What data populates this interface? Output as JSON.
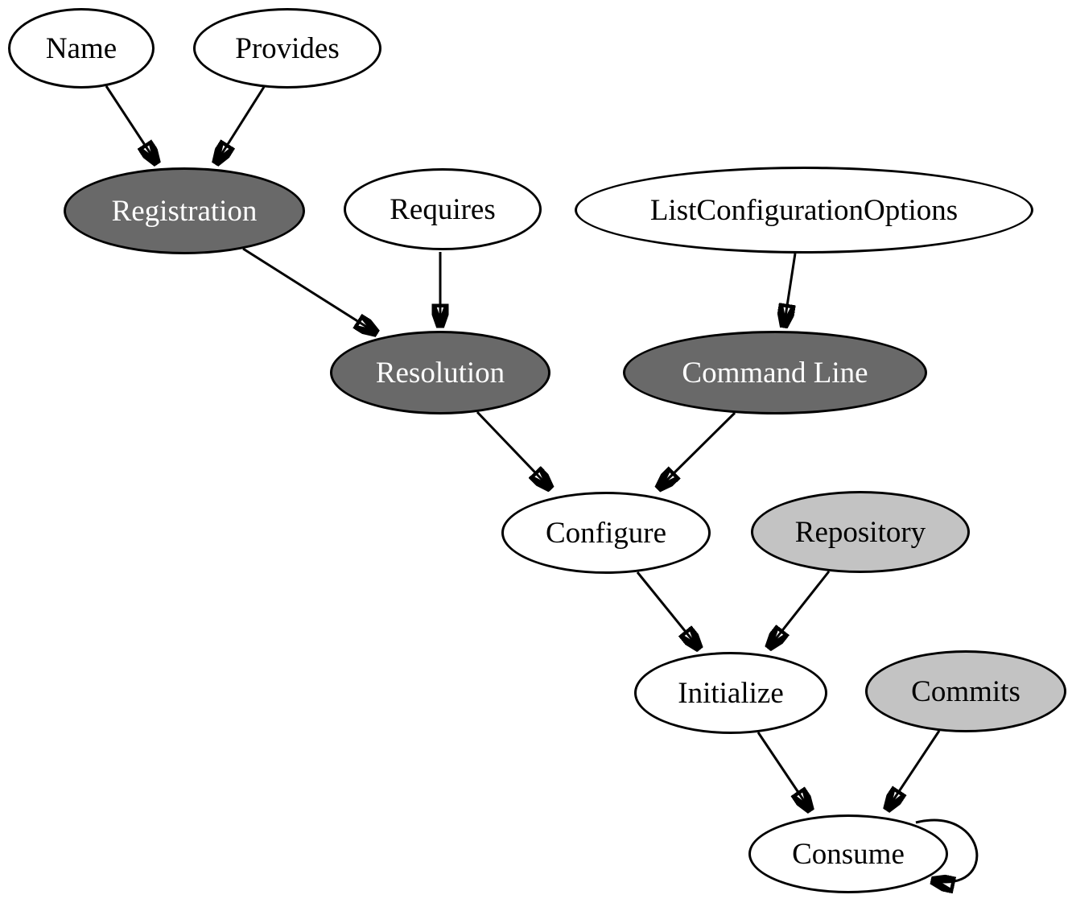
{
  "diagram": {
    "type": "directed-graph",
    "nodes": [
      {
        "id": "name",
        "label": "Name",
        "fill": "#ffffff",
        "text_color": "#000000"
      },
      {
        "id": "provides",
        "label": "Provides",
        "fill": "#ffffff",
        "text_color": "#000000"
      },
      {
        "id": "registration",
        "label": "Registration",
        "fill": "#696969",
        "text_color": "#ffffff"
      },
      {
        "id": "requires",
        "label": "Requires",
        "fill": "#ffffff",
        "text_color": "#000000"
      },
      {
        "id": "list-configuration-options",
        "label": "ListConfigurationOptions",
        "fill": "#ffffff",
        "text_color": "#000000"
      },
      {
        "id": "resolution",
        "label": "Resolution",
        "fill": "#696969",
        "text_color": "#ffffff"
      },
      {
        "id": "command-line",
        "label": "Command Line",
        "fill": "#696969",
        "text_color": "#ffffff"
      },
      {
        "id": "configure",
        "label": "Configure",
        "fill": "#ffffff",
        "text_color": "#000000"
      },
      {
        "id": "repository",
        "label": "Repository",
        "fill": "#c3c3c3",
        "text_color": "#000000"
      },
      {
        "id": "initialize",
        "label": "Initialize",
        "fill": "#ffffff",
        "text_color": "#000000"
      },
      {
        "id": "commits",
        "label": "Commits",
        "fill": "#c3c3c3",
        "text_color": "#000000"
      },
      {
        "id": "consume",
        "label": "Consume",
        "fill": "#ffffff",
        "text_color": "#000000"
      }
    ],
    "edges": [
      {
        "from": "name",
        "to": "registration"
      },
      {
        "from": "provides",
        "to": "registration"
      },
      {
        "from": "registration",
        "to": "resolution"
      },
      {
        "from": "requires",
        "to": "resolution"
      },
      {
        "from": "list-configuration-options",
        "to": "command-line"
      },
      {
        "from": "resolution",
        "to": "configure"
      },
      {
        "from": "command-line",
        "to": "configure"
      },
      {
        "from": "configure",
        "to": "initialize"
      },
      {
        "from": "repository",
        "to": "initialize"
      },
      {
        "from": "initialize",
        "to": "consume"
      },
      {
        "from": "commits",
        "to": "consume"
      },
      {
        "from": "consume",
        "to": "consume"
      }
    ],
    "colors": {
      "node_dark_fill": "#696969",
      "node_light_fill": "#c3c3c3",
      "node_white_fill": "#ffffff",
      "stroke": "#000000",
      "background": "#ffffff"
    }
  }
}
